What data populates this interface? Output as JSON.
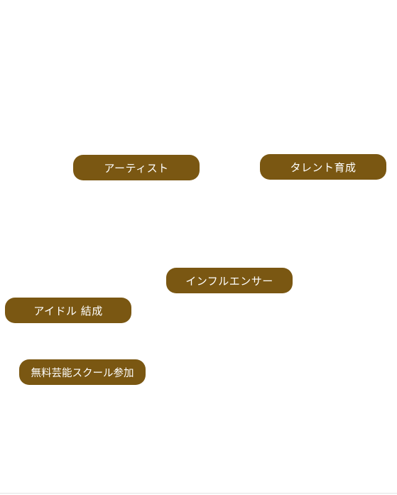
{
  "tags": [
    {
      "id": "artist",
      "label": "アーティスト"
    },
    {
      "id": "talent",
      "label": "タレント育成"
    },
    {
      "id": "influencer",
      "label": "インフルエンサー"
    },
    {
      "id": "idol",
      "label": "アイドル 結成"
    },
    {
      "id": "school",
      "label": "無料芸能スクール参加"
    }
  ],
  "colors": {
    "pill_background": "#7a5712",
    "pill_text": "#ffffff",
    "page_background": "#ffffff"
  }
}
